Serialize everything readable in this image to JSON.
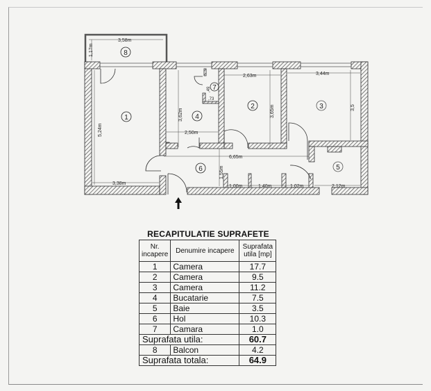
{
  "plan": {
    "rooms": [
      "1",
      "2",
      "3",
      "4",
      "5",
      "6",
      "7",
      "8"
    ],
    "dimensions": {
      "balcony_width": "3,58m",
      "balcony_depth": "1,17m",
      "room1_height": "5,24m",
      "room1_width": "3,38m",
      "room4_height": "3,62m",
      "room4_width": "2,50m",
      "room7_height": ",49",
      "room7_width": ",73",
      "room2_width": "2,63m",
      "room2_height": "3,65m",
      "room3_width": "3,44m",
      "room3_height": "3,5",
      "hall_length": "6,65m",
      "hall_width": "1,55m",
      "seg1": "1,00m",
      "seg2": "1,40m",
      "seg3": "1,02m",
      "bath_width": "2,12m"
    },
    "entrance_icon": "arrow-up-icon"
  },
  "summary": {
    "title": "RECAPITULATIE SUPRAFETE",
    "headers": [
      "Nr. incapere",
      "Denumire incapere",
      "Suprafata utila [mp]"
    ],
    "rows": [
      {
        "nr": "1",
        "name": "Camera",
        "area": "17.7"
      },
      {
        "nr": "2",
        "name": "Camera",
        "area": "9.5"
      },
      {
        "nr": "3",
        "name": "Camera",
        "area": "11.2"
      },
      {
        "nr": "4",
        "name": "Bucatarie",
        "area": "7.5"
      },
      {
        "nr": "5",
        "name": "Baie",
        "area": "3.5"
      },
      {
        "nr": "6",
        "name": "Hol",
        "area": "10.3"
      },
      {
        "nr": "7",
        "name": "Camara",
        "area": "1.0"
      }
    ],
    "useful_label": "Suprafata utila:",
    "useful_value": "60.7",
    "balcony": {
      "nr": "8",
      "name": "Balcon",
      "area": "4.2"
    },
    "total_label": "Suprafata totala:",
    "total_value": "64.9"
  }
}
